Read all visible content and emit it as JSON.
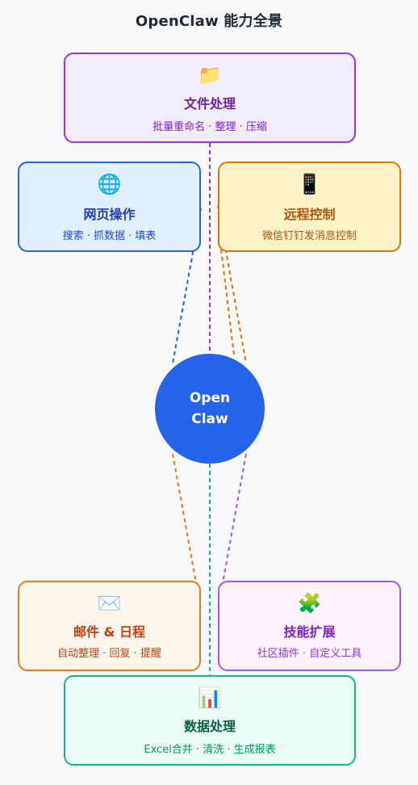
{
  "title": "OpenClaw 能力全景",
  "hub": {
    "line1": "Open",
    "line2": "Claw",
    "color": "#2563eb"
  },
  "cards": {
    "file": {
      "icon": "folder-icon",
      "glyph": "📁",
      "label": "文件处理",
      "sub": "批量重命名 · 整理 · 压缩",
      "border": "#9333ea",
      "bg": "#f1ecfe",
      "text": "#6b21a8",
      "subtext": "#7e22ce"
    },
    "web": {
      "icon": "globe-icon",
      "glyph": "🌐",
      "label": "网页操作",
      "sub": "搜索 · 抓数据 · 填表",
      "border": "#2563eb",
      "bg": "#e2efff",
      "text": "#1e40af",
      "subtext": "#1d4ed8"
    },
    "remote": {
      "icon": "mobile-phone-icon",
      "glyph": "📱",
      "label": "远程控制",
      "sub": "微信钉钉发消息控制",
      "border": "#d97706",
      "bg": "#fef3c7",
      "text": "#b45309",
      "subtext": "#b45309"
    },
    "mail": {
      "icon": "envelope-icon",
      "glyph": "✉️",
      "label": "邮件 & 日程",
      "sub": "自动整理 · 回复 · 提醒",
      "border": "#ea7a22",
      "bg": "#fff7ed",
      "text": "#c2410c",
      "subtext": "#c2410c"
    },
    "skill": {
      "icon": "puzzle-piece-icon",
      "glyph": "🧩",
      "label": "技能扩展",
      "sub": "社区插件 · 自定义工具",
      "border": "#a855f7",
      "bg": "#fdf4ff",
      "text": "#7e22ce",
      "subtext": "#9333ea"
    },
    "data": {
      "icon": "bar-chart-icon",
      "glyph": "📊",
      "label": "数据处理",
      "sub": "Excel合并 · 清洗 · 生成报表",
      "border": "#10b981",
      "bg": "#ecfdf5",
      "text": "#065f46",
      "subtext": "#059669"
    }
  },
  "connectors": [
    {
      "id": "file",
      "color": "#9333ea"
    },
    {
      "id": "web",
      "color": "#2563eb"
    },
    {
      "id": "remote",
      "color": "#d97706"
    },
    {
      "id": "mail",
      "color": "#ea7a22"
    },
    {
      "id": "skill",
      "color": "#a855f7"
    },
    {
      "id": "data",
      "color": "#10b981"
    }
  ]
}
